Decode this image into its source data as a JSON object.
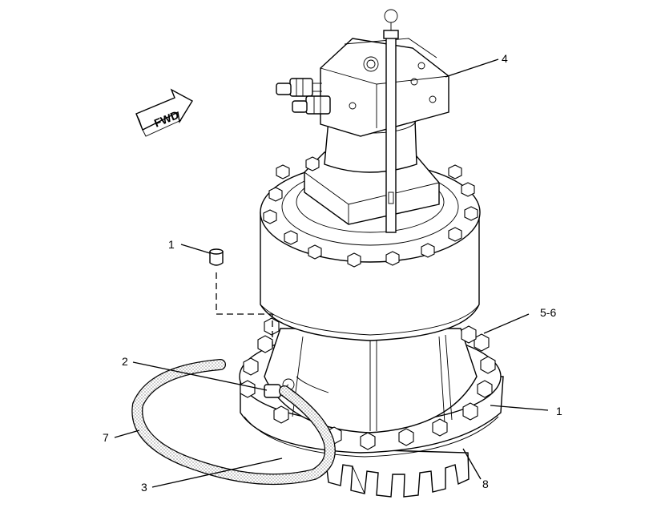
{
  "direction_label": "FWD",
  "callouts": {
    "c1_top": "1",
    "c1_right": "1",
    "c2": "2",
    "c3": "3",
    "c4": "4",
    "c56": "5-6",
    "c7": "7",
    "c8": "8"
  },
  "colors": {
    "line": "#000000",
    "background": "#ffffff",
    "hose_stipple": "#000000"
  }
}
